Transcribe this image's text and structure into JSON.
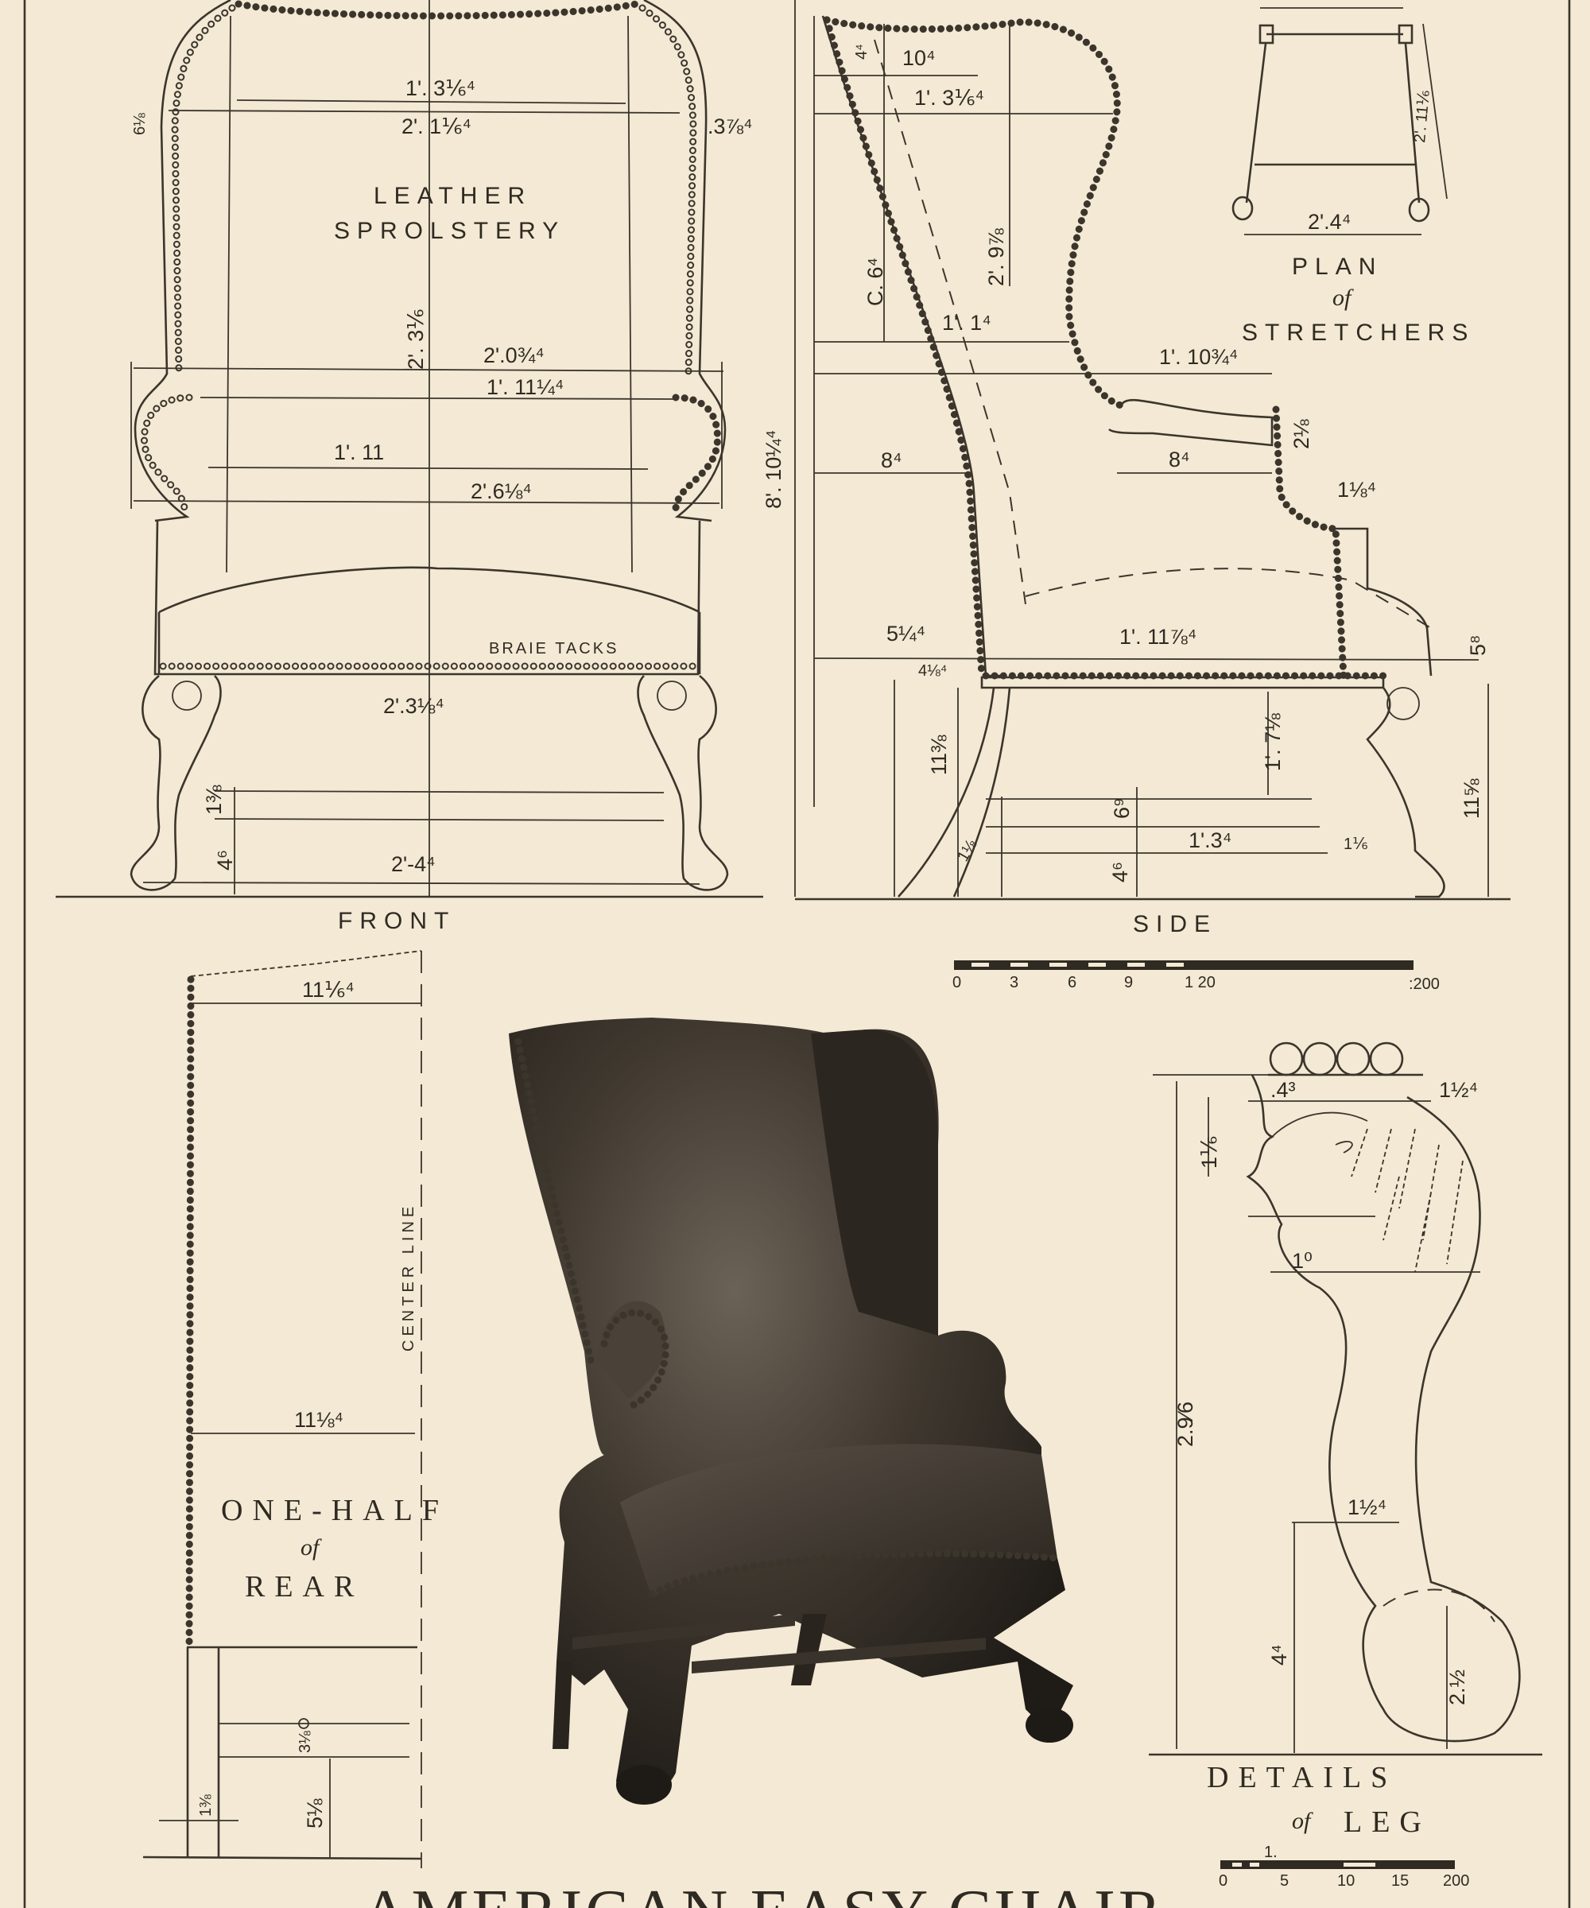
{
  "title": "AMERICAN EASY CHAIR",
  "front": {
    "caption": "FRONT",
    "upholstery_note_1": "LEATHER",
    "upholstery_note_2": "SPROLSTERY",
    "tacks_note": "BRAIE TACKS",
    "dims": [
      "1'. 3⅙⁴",
      "2'. 1⅙⁴",
      ".3⅞⁴",
      "2'. 3⅙",
      "2'.0¾⁴",
      "1'. 11¼⁴",
      "1'. 11",
      "2'.6⅛⁴",
      "2'.3⅛⁴",
      "1⅜",
      "4⁶",
      "2'-4⁴",
      "6⅛"
    ]
  },
  "side": {
    "caption": "SIDE",
    "dims": [
      "8'. 10¼⁴",
      "10⁴",
      "1'. 3⅙⁴",
      "C. 6⁴",
      "2'. 9⅞",
      "1'. 1⁴",
      "1'. 10¾⁴",
      "2⅛",
      "8⁴",
      "8⁴",
      "1⅛⁴",
      "5¼⁴",
      "4⅛⁴",
      "1'. 11⅞⁴",
      "5⁸",
      "11⅜",
      "1'. 7⅛",
      "11⅝",
      "6⁹",
      "1'.3⁴",
      "1⅙",
      "1⅛",
      "4⁶",
      "4⁴"
    ]
  },
  "plan": {
    "caption_1": "PLAN",
    "caption_of": "of",
    "caption_2": "STRETCHERS",
    "dims": [
      "2'.4⁴",
      "2'. 11⅙"
    ]
  },
  "scale_main": {
    "ticks": [
      "0",
      "3",
      "6",
      "9",
      "1 20",
      ":200"
    ]
  },
  "rear": {
    "caption_1": "ONE-HALF",
    "caption_of": "of",
    "caption_2": "REAR",
    "center_line": "CENTER LINE",
    "dims": [
      "11⅙⁴",
      "11⅛⁴",
      "3⅛",
      "5⅛",
      "1⅜"
    ]
  },
  "leg": {
    "caption_1": "DETAILS",
    "caption_of": "of",
    "caption_2": "LEG",
    "scale_label": "1.",
    "dims": [
      ".4³",
      "1½⁴",
      "1⅙",
      "1⁰",
      "2.9⁄6",
      "1½⁴",
      "4⁴",
      "2.½"
    ],
    "scale_ticks": [
      "0",
      "5",
      "10",
      "15",
      "200"
    ]
  },
  "colors": {
    "paper": "#f3e9d4",
    "ink": "#3b352c",
    "leather": "#3a332b"
  }
}
